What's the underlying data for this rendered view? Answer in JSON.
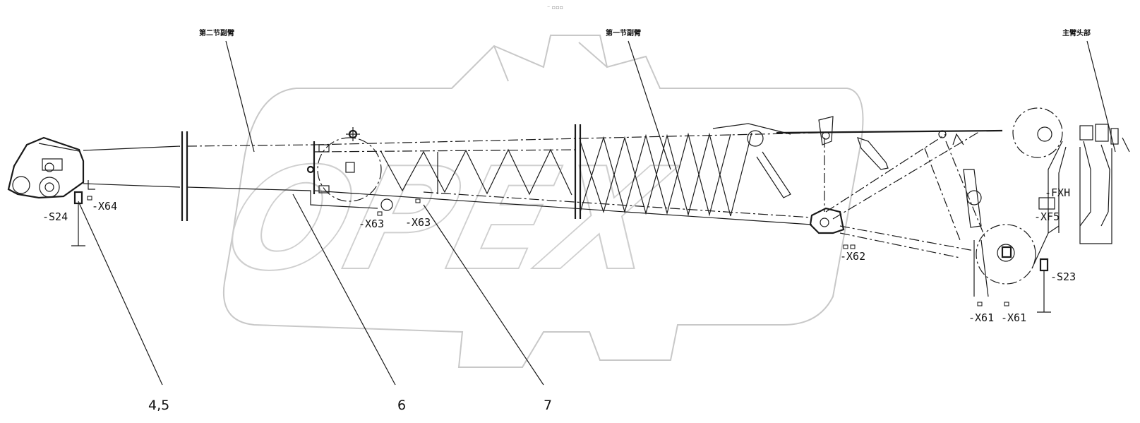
{
  "watermark": {
    "text": "OPEX"
  },
  "top_mark": "⁻ ▫▫▫",
  "section_labels": {
    "second_jib": "第二节副臂",
    "first_jib": "第一节副臂",
    "main_boom_head": "主臂头部"
  },
  "components": {
    "s24": "-S24",
    "x64": "-X64",
    "x63_a": "-X63",
    "x63_b": "-X63",
    "x62": "-X62",
    "xf5": "-XF5",
    "fxh": "-FXH",
    "s23": "-S23",
    "x61_a": "-X61",
    "x61_b": "-X61"
  },
  "callouts": {
    "c45": "4,5",
    "c6": "6",
    "c7": "7"
  }
}
